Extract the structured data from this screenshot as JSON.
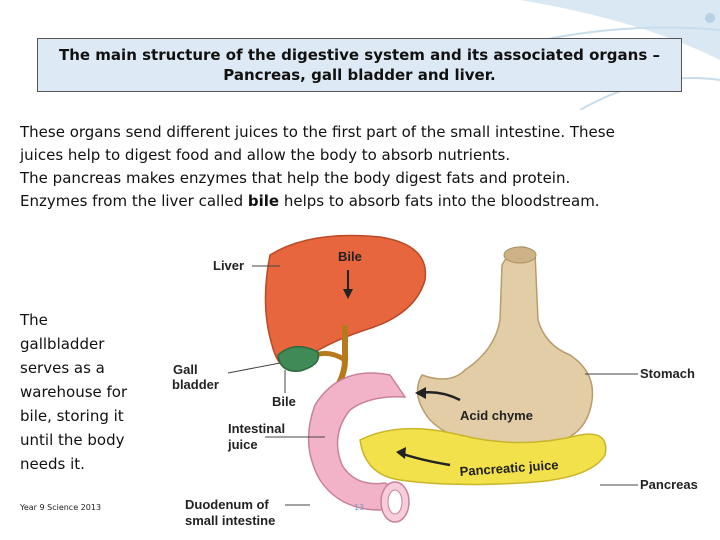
{
  "title": {
    "line1": "The main structure of the digestive system and its associated organs –",
    "line2": "Pancreas, gall bladder and liver."
  },
  "intro": {
    "line1": "These organs send different juices to the first part of the small intestine. These",
    "line2": "juices help to digest food and allow the body to absorb nutrients.",
    "line3": "The pancreas makes enzymes that help the body digest fats and protein.",
    "line4_pre": "Enzymes from the liver called ",
    "line4_bold": "bile",
    "line4_post": " helps to absorb fats into the bloodstream."
  },
  "side_text": [
    "The",
    "gallbladder",
    "serves as a",
    "warehouse for",
    "bile, storing it",
    "until the body",
    "needs it."
  ],
  "footer": {
    "left": "Year 9 Science 2013",
    "page": "13"
  },
  "diagram": {
    "labels": {
      "liver": "Liver",
      "bile_top": "Bile",
      "gall1": "Gall",
      "gall2": "bladder",
      "bile_bottom": "Bile",
      "intestinal1": "Intestinal",
      "intestinal2": "juice",
      "acid_chyme": "Acid chyme",
      "stomach": "Stomach",
      "pancreatic_juice": "Pancreatic juice",
      "pancreas": "Pancreas",
      "duodenum1": "Duodenum of",
      "duodenum2": "small intestine"
    }
  },
  "colors": {
    "title_bg": "#dde9f4",
    "liver": "#e8663e",
    "stomach": "#e2cda6",
    "gallbladder": "#3f8a55",
    "duct": "#b8791c",
    "intestine": "#f2b3c9",
    "pancreas": "#f2e14a"
  }
}
